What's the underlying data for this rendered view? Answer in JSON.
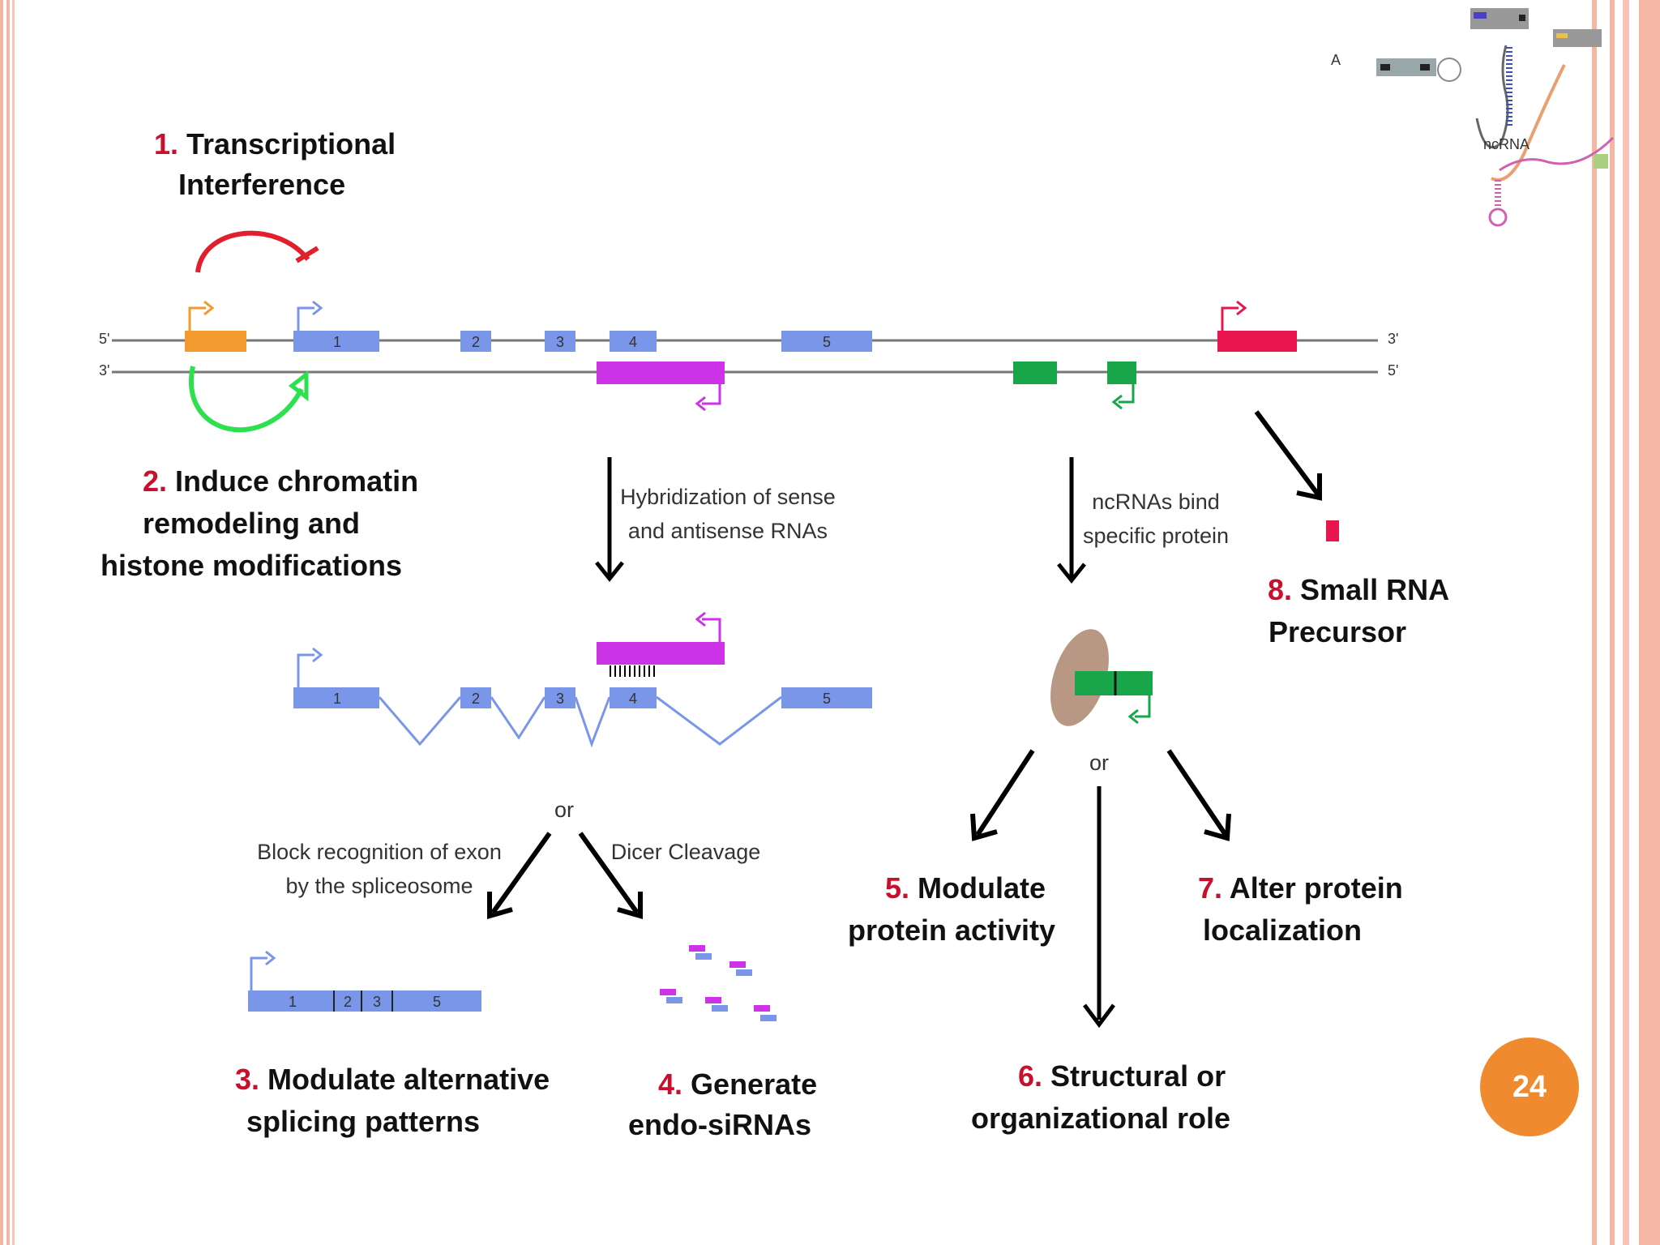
{
  "labels": {
    "l1": {
      "num": "1.",
      "lines": [
        "Transcriptional",
        "Interference"
      ]
    },
    "l2": {
      "num": "2.",
      "lines": [
        "Induce chromatin",
        "remodeling and",
        "histone modifications"
      ]
    },
    "l3": {
      "num": "3.",
      "lines": [
        "Modulate alternative",
        "splicing patterns"
      ]
    },
    "l4": {
      "num": "4.",
      "lines": [
        "Generate",
        "endo-siRNAs"
      ]
    },
    "l5": {
      "num": "5.",
      "lines": [
        "Modulate",
        "protein activity"
      ]
    },
    "l6": {
      "num": "6.",
      "lines": [
        "Structural or",
        "organizational role"
      ]
    },
    "l7": {
      "num": "7.",
      "lines": [
        "Alter protein",
        "localization"
      ]
    },
    "l8": {
      "num": "8.",
      "lines": [
        "Small RNA",
        "Precursor"
      ]
    }
  },
  "annotations": {
    "hybridization": [
      "Hybridization of sense",
      "and antisense RNAs"
    ],
    "bind": [
      "ncRNAs bind",
      "specific protein"
    ],
    "block": [
      "Block recognition of exon",
      "by the spliceosome"
    ],
    "dicer": "Dicer Cleavage",
    "or": "or"
  },
  "strands": {
    "top_5": "5'",
    "top_3": "3'",
    "bottom_3": "3'",
    "bottom_5": "5'"
  },
  "exons": [
    "1",
    "2",
    "3",
    "4",
    "5"
  ],
  "inset": {
    "letter": "A",
    "ncrna": "ncRNA"
  },
  "page_number": "24",
  "colors": {
    "exon": "#7a96e8",
    "orange": "#f29a2e",
    "magenta": "#cc33e6",
    "green": "#19a64a",
    "pink": "#e8154f",
    "red_arrow": "#e21f2d",
    "green_arrow": "#2ce04e",
    "protein": "#b89884",
    "badge": "#f08a2e",
    "border": "#f6b6a4"
  }
}
